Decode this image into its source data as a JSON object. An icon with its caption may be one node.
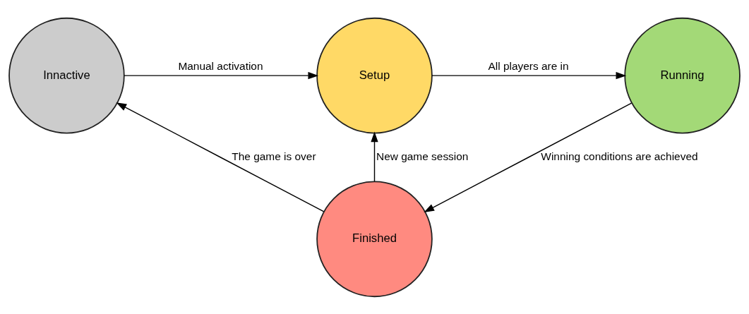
{
  "diagram": {
    "nodes": [
      {
        "text": [
          "Innactive"
        ]
      },
      {
        "text": [
          "Setup"
        ]
      },
      {
        "text": [
          "Running"
        ]
      },
      {
        "text": [
          "Finished"
        ]
      }
    ],
    "edges": [
      {
        "from": 0,
        "to": 1,
        "arrow": "to",
        "label": "Manual activation"
      },
      {
        "from": 1,
        "to": 2,
        "arrow": "to",
        "label": "All players are in"
      },
      {
        "from": 2,
        "to": 3,
        "arrow": "to",
        "label": "Winning conditions are achieved"
      },
      {
        "from": 3,
        "to": 1,
        "arrow": "to",
        "label": "New game session"
      },
      {
        "from": 3,
        "to": 0,
        "arrow": "to",
        "label": "The game is over"
      }
    ]
  }
}
